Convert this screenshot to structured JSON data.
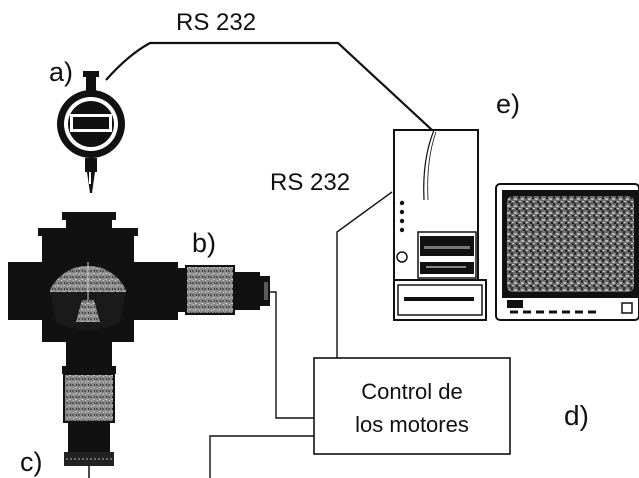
{
  "labels": {
    "a": "a)",
    "b": "b)",
    "c": "c)",
    "d": "d)",
    "e": "e)",
    "rs232_top": "RS 232",
    "rs232_mid": "RS 232"
  },
  "control_box": {
    "line1": "Control de",
    "line2": "los motores"
  }
}
